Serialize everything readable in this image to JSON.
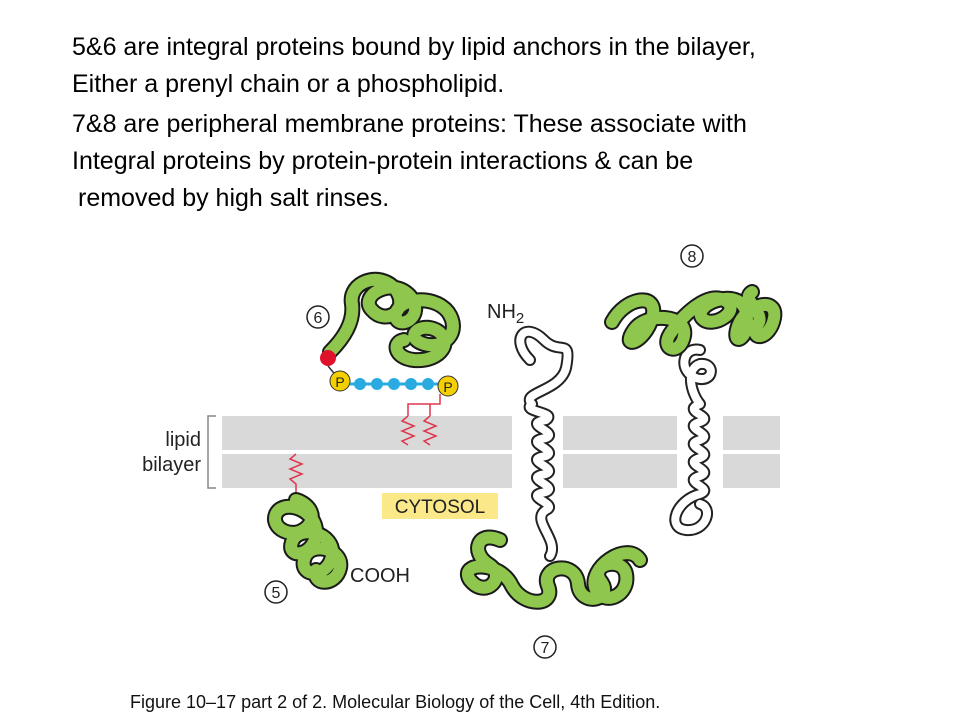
{
  "caption": {
    "line1": "5&6 are integral proteins bound by lipid anchors in the bilayer,",
    "line2": "Either a prenyl chain or a phospholipid.",
    "line3": "7&8 are peripheral membrane proteins: These associate with",
    "line4": "Integral proteins by protein-protein interactions & can be",
    "line5": "removed by high salt rinses."
  },
  "figure": {
    "bilayer_label_1": "lipid",
    "bilayer_label_2": "bilayer",
    "cytosol_label": "CYTOSOL",
    "nh2_label": "NH",
    "nh2_sub": "2",
    "cooh_label": "COOH",
    "phosphate_symbol": "P",
    "protein_numbers": [
      "5",
      "6",
      "7",
      "8"
    ]
  },
  "colors": {
    "protein_green": "#8ec64e",
    "protein_outline": "#1a1a1a",
    "bilayer_gray": "#d9d9d9",
    "cytosol_highlight": "#fbe889",
    "prenyl_beads": "#29abe2",
    "anchor_red": "#e0112b",
    "phosphate_yellow": "#f5d000",
    "lipid_tail_red": "#e0374f"
  },
  "footer": {
    "citation": "Figure 10–17 part 2 of 2. Molecular Biology of the Cell, 4th Edition."
  }
}
